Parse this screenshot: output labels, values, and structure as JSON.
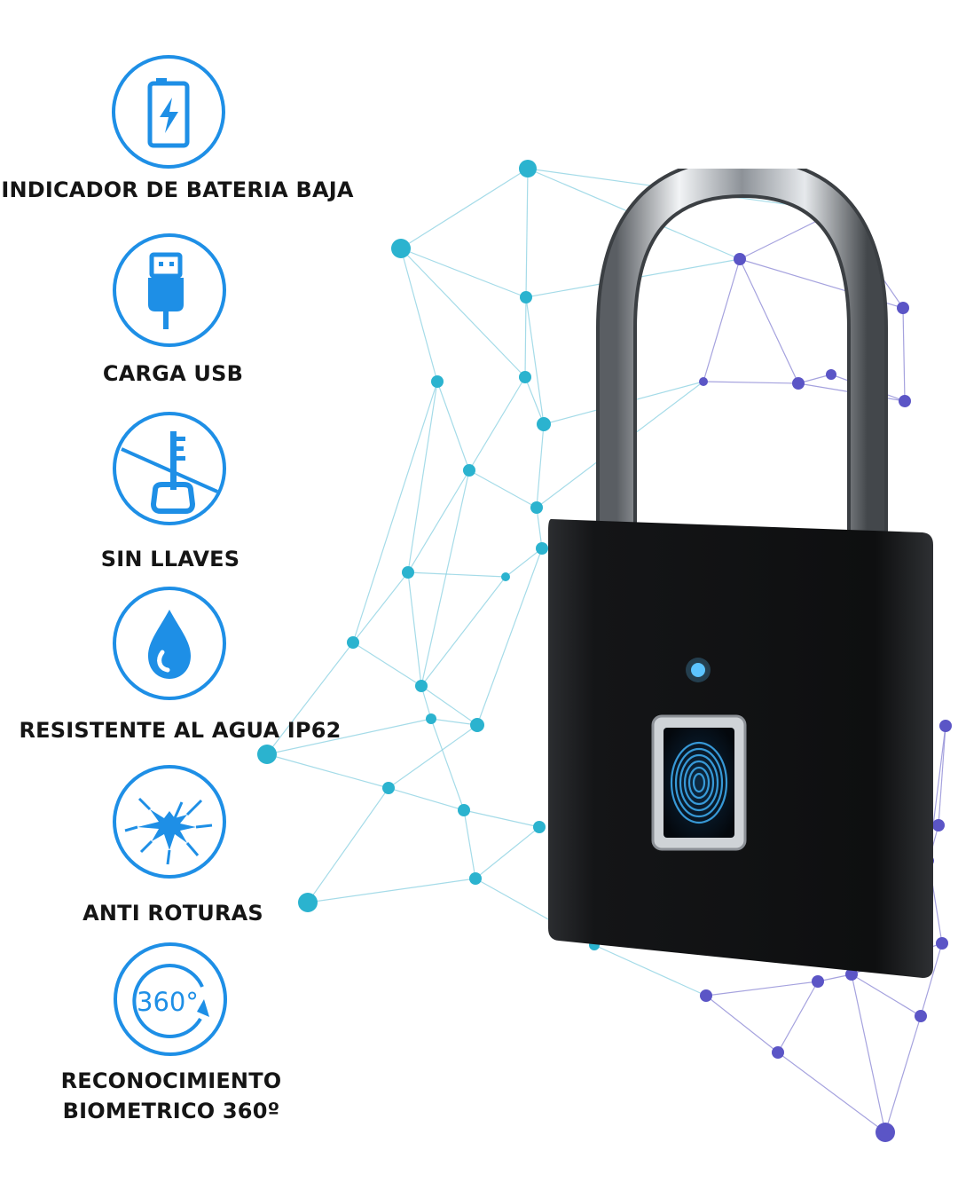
{
  "features": [
    {
      "id": "battery",
      "icon": "battery-charging-icon",
      "label": "INDICADOR DE BATERIA BAJA"
    },
    {
      "id": "usb",
      "icon": "usb-plug-icon",
      "label": "CARGA USB"
    },
    {
      "id": "keyless",
      "icon": "no-key-icon",
      "label": "SIN LLAVES"
    },
    {
      "id": "water",
      "icon": "water-drop-icon",
      "label": "RESISTENTE AL AGUA IP62"
    },
    {
      "id": "impact",
      "icon": "crack-impact-icon",
      "label": "ANTI ROTURAS"
    },
    {
      "id": "biometric",
      "icon": "rotation-360-icon",
      "icon_text": "360°",
      "label_line1": "RECONOCIMIENTO",
      "label_line2": "BIOMETRICO 360º"
    }
  ],
  "colors": {
    "icon_blue": "#1e8fe6",
    "network_cyan": "#2bb3cf",
    "network_purple": "#5b55c6",
    "padlock_body": "#121315",
    "fingerprint": "#3aa0e0"
  },
  "product": {
    "icon": "fingerprint-padlock-icon"
  }
}
